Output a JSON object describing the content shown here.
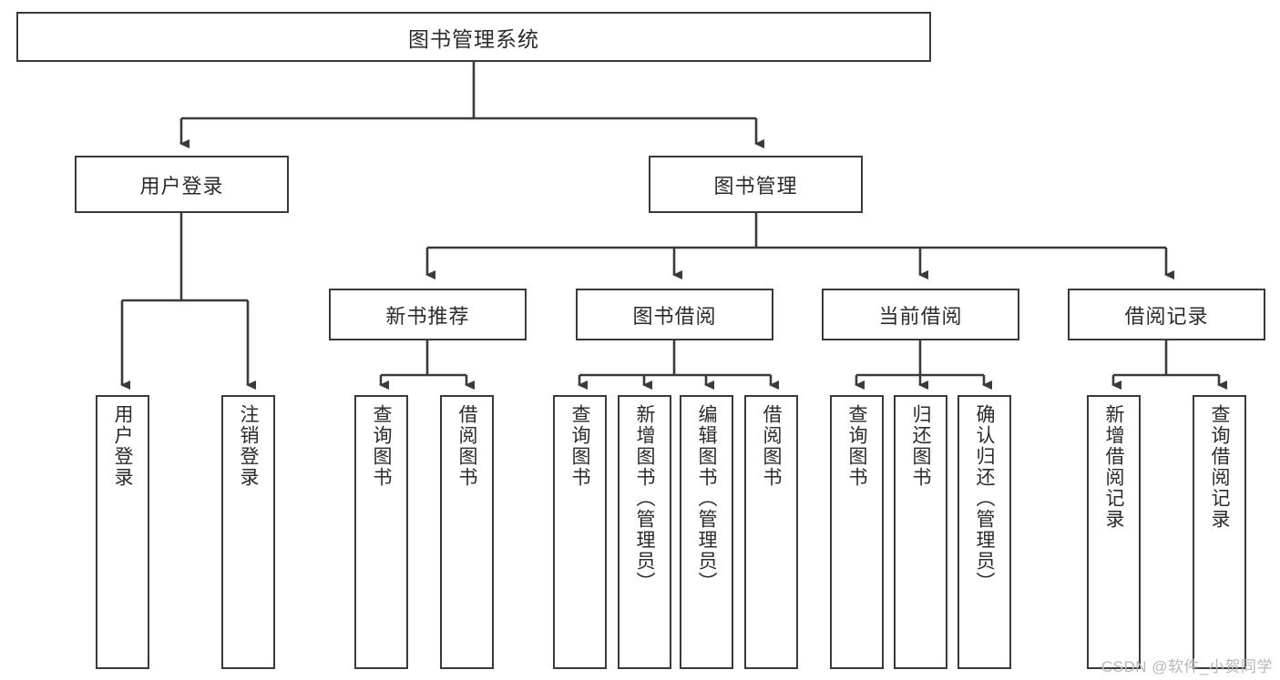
{
  "diagram": {
    "type": "tree-hierarchy",
    "title": "图书管理系统",
    "root": {
      "label": "图书管理系统"
    },
    "level2": [
      {
        "id": "user-login",
        "label": "用户登录"
      },
      {
        "id": "book-manage",
        "label": "图书管理"
      }
    ],
    "level3": [
      {
        "id": "new-book-recommend",
        "label": "新书推荐",
        "parent": "book-manage"
      },
      {
        "id": "book-borrow",
        "label": "图书借阅",
        "parent": "book-manage"
      },
      {
        "id": "current-borrow",
        "label": "当前借阅",
        "parent": "book-manage"
      },
      {
        "id": "borrow-record",
        "label": "借阅记录",
        "parent": "book-manage"
      }
    ],
    "leaves": [
      {
        "id": "leaf-user-login",
        "label": "用户登录",
        "parent": "user-login"
      },
      {
        "id": "leaf-logout-login",
        "label": "注销登录",
        "parent": "user-login"
      },
      {
        "id": "leaf-query-book-1",
        "label": "查询图书",
        "parent": "new-book-recommend"
      },
      {
        "id": "leaf-borrow-book-1",
        "label": "借阅图书",
        "parent": "new-book-recommend"
      },
      {
        "id": "leaf-query-book-2",
        "label": "查询图书",
        "parent": "book-borrow"
      },
      {
        "id": "leaf-add-book",
        "label": "新增图书（管理员）",
        "parent": "book-borrow"
      },
      {
        "id": "leaf-edit-book",
        "label": "编辑图书（管理员）",
        "parent": "book-borrow"
      },
      {
        "id": "leaf-borrow-book-2",
        "label": "借阅图书",
        "parent": "book-borrow"
      },
      {
        "id": "leaf-query-book-3",
        "label": "查询图书",
        "parent": "current-borrow"
      },
      {
        "id": "leaf-return-book",
        "label": "归还图书",
        "parent": "current-borrow"
      },
      {
        "id": "leaf-confirm-return",
        "label": "确认归还（管理员）",
        "parent": "current-borrow"
      },
      {
        "id": "leaf-add-record",
        "label": "新增借阅记录",
        "parent": "borrow-record"
      },
      {
        "id": "leaf-query-record",
        "label": "查询借阅记录",
        "parent": "borrow-record"
      }
    ],
    "colors": {
      "stroke": "#3a3a3a",
      "fill": "#ffffff",
      "text": "#2b2b2b",
      "watermark": "#b8b8b8"
    }
  },
  "watermark": {
    "text": "CSDN @软件_小贺同学"
  }
}
